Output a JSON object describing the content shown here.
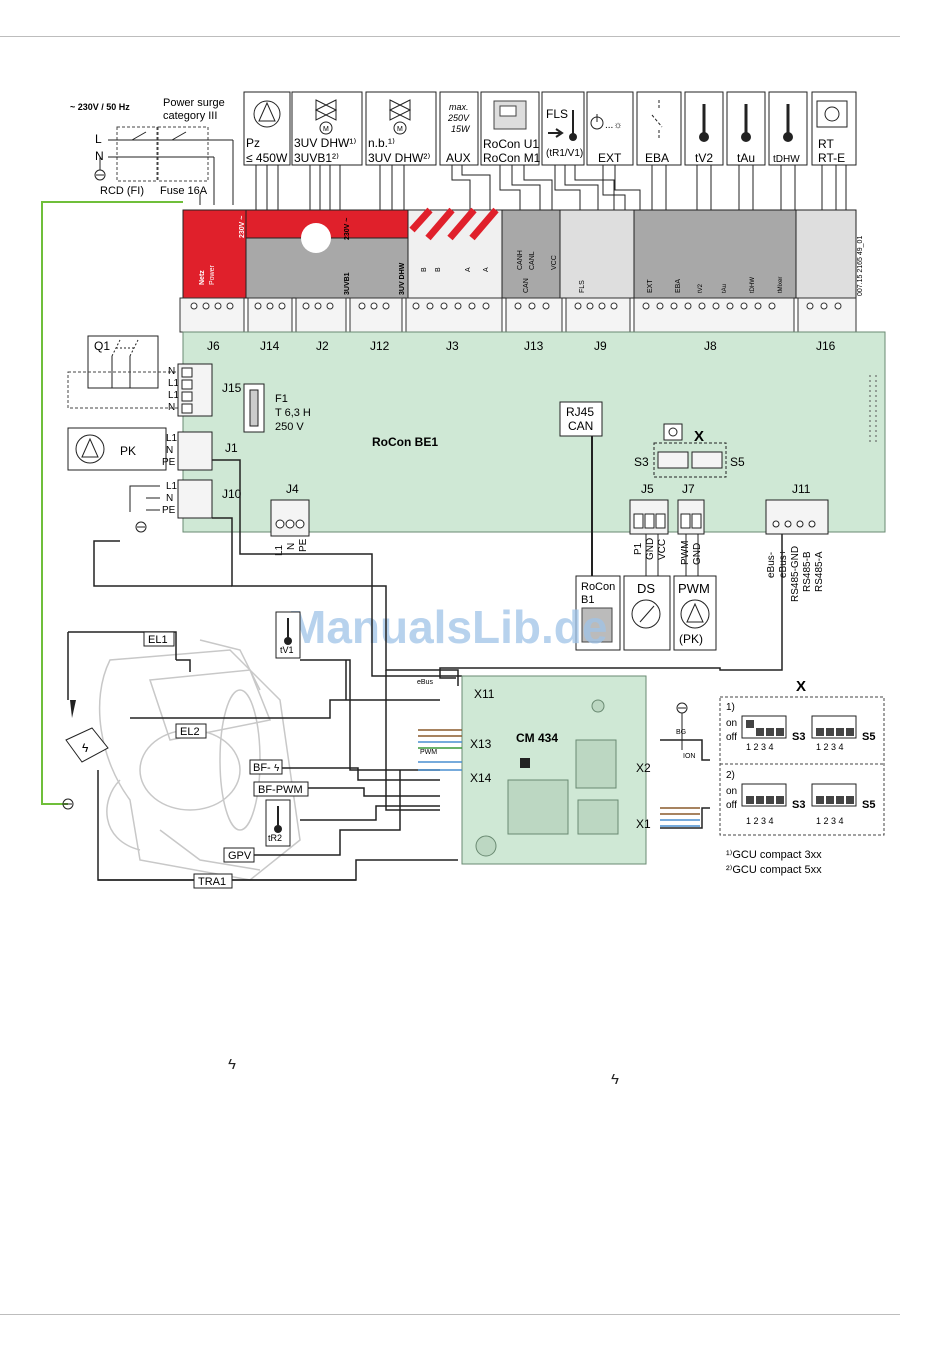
{
  "supply": {
    "voltage": "~ 230V / 50 Hz",
    "surge_line1": "Power surge",
    "surge_line2": "category III",
    "l": "L",
    "n": "N",
    "rcd": "RCD (FI)",
    "fuse": "Fuse 16A"
  },
  "top_components": [
    {
      "id": "pz",
      "l1": "Pz",
      "l2": "≤ 450W"
    },
    {
      "id": "3uvdhw1",
      "l1": "3UV DHW¹⁾",
      "l2": "3UVB1²⁾"
    },
    {
      "id": "nb",
      "l1": "n.b.¹⁾",
      "l2": "3UV DHW²⁾"
    },
    {
      "id": "aux",
      "l0": "max.",
      "l0b": "250V",
      "l0c": "15W",
      "l2": "AUX"
    },
    {
      "id": "rocon-u1",
      "l1": "RoCon U1",
      "l2": "RoCon M1"
    },
    {
      "id": "fls",
      "l0": "FLS",
      "l2": "(tR1/V1)"
    },
    {
      "id": "ext",
      "l2": "EXT"
    },
    {
      "id": "eba",
      "l2": "EBA"
    },
    {
      "id": "tv2",
      "l2": "tV2"
    },
    {
      "id": "tau",
      "l2": "tAu"
    },
    {
      "id": "tdhw",
      "l2": "tDHW"
    },
    {
      "id": "rt",
      "l1": "RT",
      "l2": "RT-E"
    }
  ],
  "strip": {
    "labels": [
      "230V ~",
      "Netz",
      "Power",
      "230V ~",
      "3UVB1",
      "3UV DHW",
      "B",
      "B",
      "A",
      "A",
      "CANH",
      "CANL",
      "CAN",
      "VCC",
      "FLS",
      "EXT",
      "EBA",
      "tV2",
      "tAu",
      "tDHW",
      "tMixer"
    ],
    "code": "007.15 2165 49_01"
  },
  "connectors": [
    "J6",
    "J14",
    "J2",
    "J12",
    "J3",
    "J13",
    "J9",
    "J8",
    "J16"
  ],
  "board": {
    "name": "RoCon BE1",
    "q1": "Q1",
    "j15": "J15",
    "j15_pins": [
      "N",
      "L1",
      "L1",
      "N"
    ],
    "fuse_name": "F1",
    "fuse_val1": "T 6,3 H",
    "fuse_val2": "250 V",
    "pk": "PK",
    "j1": "J1",
    "j1_pins": [
      "L1",
      "N",
      "PE"
    ],
    "j10": "J10",
    "j10_pins": [
      "L1",
      "N",
      "PE"
    ],
    "j4": "J4",
    "j4_pins": [
      "L1",
      "N",
      "PE"
    ],
    "rj45": "RJ45",
    "can": "CAN",
    "x": "X",
    "s3": "S3",
    "s5": "S5",
    "j5": "J5",
    "j5_pins": [
      "P1",
      "GND",
      "VCC"
    ],
    "j7": "J7",
    "j7_pins": [
      "PWM",
      "GND"
    ],
    "j11": "J11",
    "j11_pins": [
      "eBus-",
      "eBus+",
      "RS485-GND",
      "RS485-B",
      "RS485-A"
    ],
    "pin1": "1"
  },
  "lower_modules": {
    "rocon_b1_l1": "RoCon",
    "rocon_b1_l2": "B1",
    "ds": "DS",
    "pwm": "PWM",
    "pk": "(PK)"
  },
  "boiler": {
    "el1": "EL1",
    "el2": "EL2",
    "tv1": "tV1",
    "bf": "BF-",
    "bf_pwm": "BF-PWM",
    "tr2": "tR2",
    "gpv": "GPV",
    "tra1": "TRA1"
  },
  "cm434": {
    "name": "CM 434",
    "ports": [
      "X11",
      "X13",
      "X14",
      "X2",
      "X1"
    ],
    "ebus": "eBus",
    "pwm": "PWM",
    "bg": "BG",
    "ion": "ION"
  },
  "dip": {
    "title": "X",
    "sec1": "1)",
    "sec2": "2)",
    "on": "on",
    "off": "off",
    "nums": "1 2 3 4",
    "s3": "S3",
    "s5": "S5",
    "note1": "¹⁾GCU compact 3xx",
    "note2": "²⁾GCU compact 5xx"
  },
  "watermark": "ManualsLib.de",
  "footer_symbols": [
    "ϟ",
    "ϟ"
  ],
  "colors": {
    "board": "#cfe8d5",
    "red": "#e0202b",
    "gray": "#a8a8a8",
    "light_gray": "#dedede",
    "green_wire": "#6fbf3a",
    "watermark": "#9fc3e8"
  }
}
